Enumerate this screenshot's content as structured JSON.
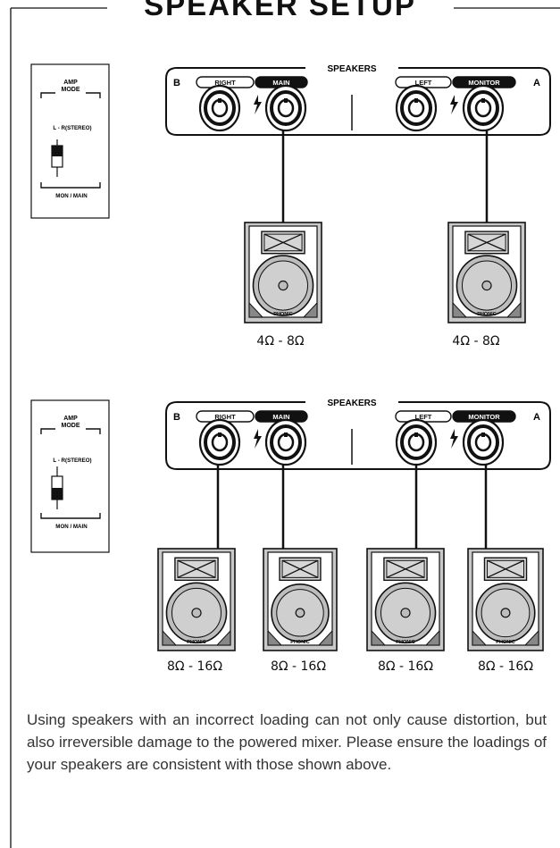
{
  "title": "SPEAKER SETUP",
  "amp_mode": {
    "heading_line1": "AMP",
    "heading_line2": "MODE",
    "top_label": "L - R(STEREO)",
    "bottom_label": "MON / MAIN"
  },
  "panel": {
    "title": "SPEAKERS",
    "side_b": "B",
    "side_a": "A",
    "jacks": [
      "RIGHT",
      "MAIN",
      "LEFT",
      "MONITOR"
    ]
  },
  "speaker_brand": "PHONIC",
  "config_1": {
    "amp_mode_switch": "L - R(STEREO)",
    "loads": [
      "4Ω - 8Ω",
      "4Ω - 8Ω"
    ]
  },
  "config_2": {
    "amp_mode_switch": "MON / MAIN",
    "loads": [
      "8Ω - 16Ω",
      "8Ω - 16Ω",
      "8Ω - 16Ω",
      "8Ω - 16Ω"
    ]
  },
  "note": "Using speakers with an incorrect loading can not only cause distortion, but also irreversible damage to the powered mixer. Please ensure the loadings of your speakers are consistent with those shown above."
}
